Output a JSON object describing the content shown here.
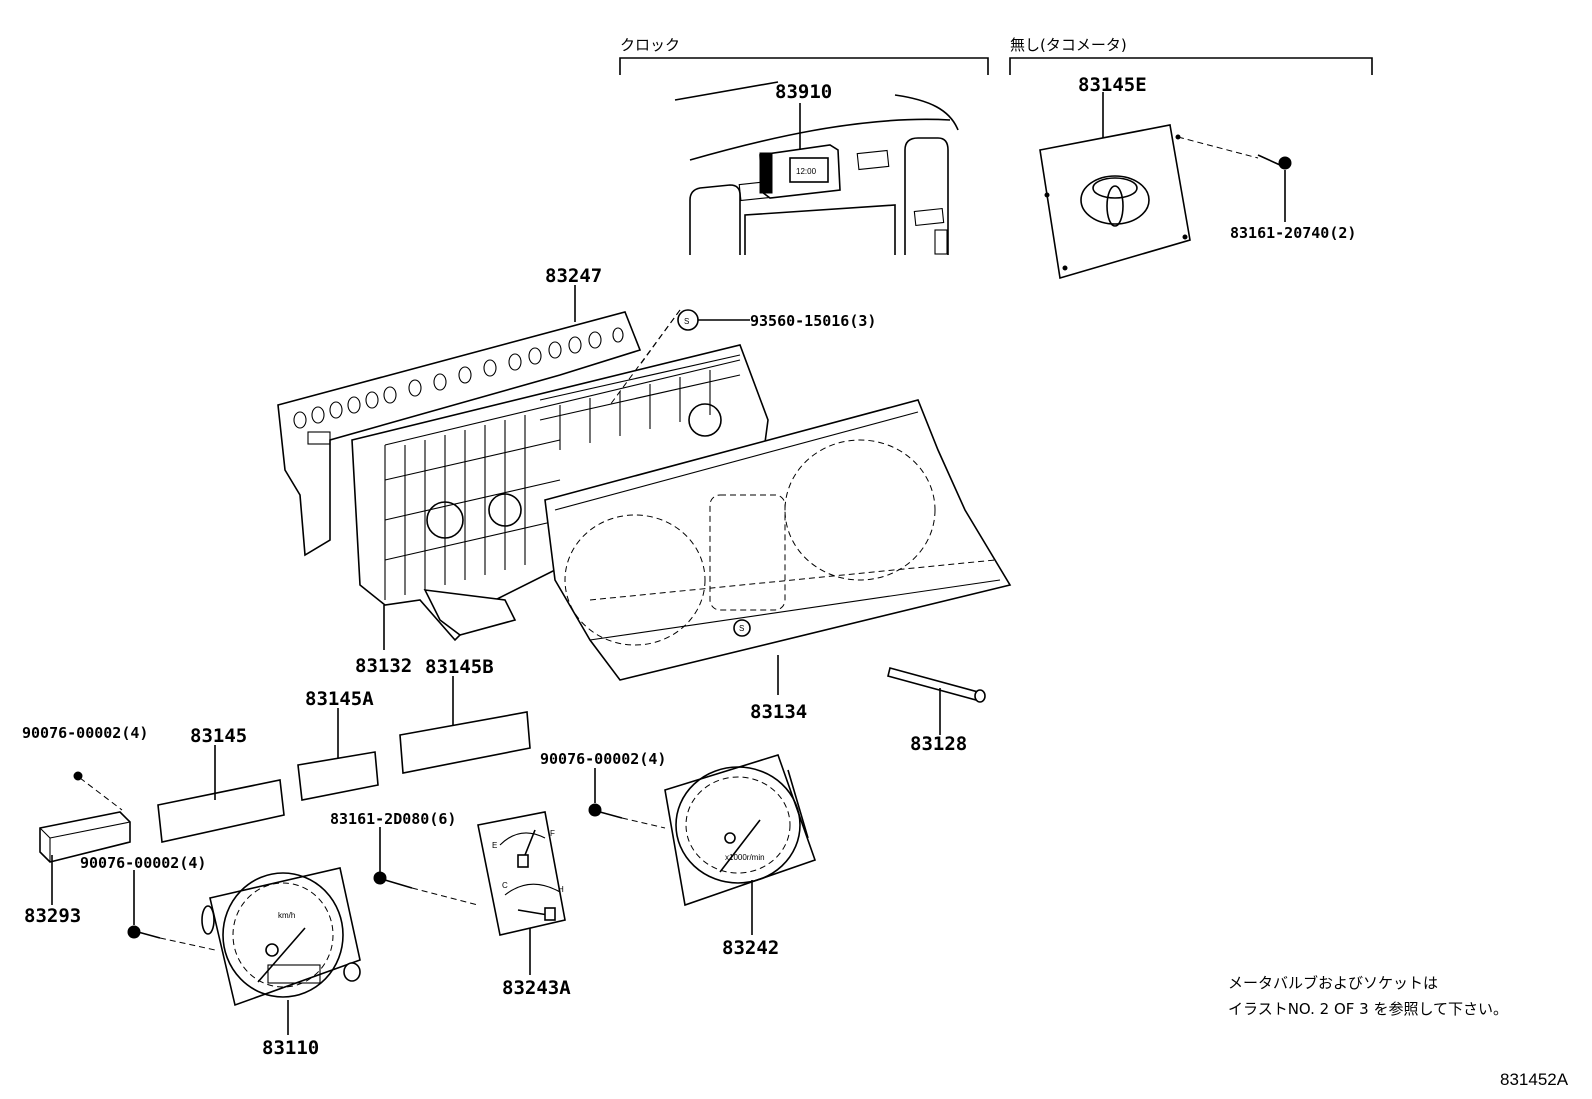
{
  "groups": {
    "clock_label": "クロック",
    "no_tacho_label": "無し(タコメータ)"
  },
  "parts": {
    "p83910": "83910",
    "p83145E": "83145E",
    "p83161_20740": "83161-20740(2)",
    "p83247": "83247",
    "p93560_15016": "93560-15016(3)",
    "p83132": "83132",
    "p83145B": "83145B",
    "p83134": "83134",
    "p83128": "83128",
    "p83145A": "83145A",
    "p90076_a": "90076-00002(4)",
    "p83145": "83145",
    "p90076_b": "90076-00002(4)",
    "p83293": "83293",
    "p83161_2D080": "83161-2D080(6)",
    "p90076_c": "90076-00002(4)",
    "p83242": "83242",
    "p83243A": "83243A",
    "p83110": "83110"
  },
  "dial_labels": {
    "speed_unit": "km/h",
    "tacho_unit": "x1000r/min",
    "fuel_e": "E",
    "fuel_f": "F",
    "temp_c": "C",
    "temp_h": "H",
    "clock_display": "12:00",
    "screw_marks": [
      "S",
      "S"
    ]
  },
  "note": {
    "line1": "メータバルブおよびソケットは",
    "line2": "イラストNO. 2 OF 3 を参照して下さい。"
  },
  "figure_id": "831452A"
}
